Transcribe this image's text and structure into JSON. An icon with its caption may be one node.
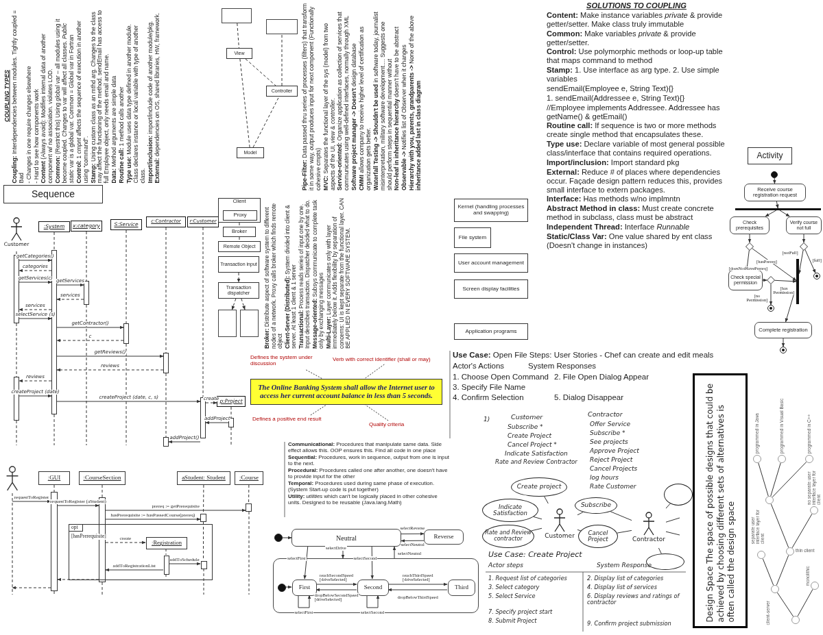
{
  "diagram": {
    "nodes": [
      {
        "text": [
          "Sequence"
        ]
      },
      {
        "text": [
          "Client"
        ]
      },
      {
        "text": [
          "Proxy"
        ],
        "in": 1
      },
      {
        "text": [
          "Broker"
        ]
      },
      {
        "text": [
          "Remote Object"
        ]
      },
      {
        "text": [
          "Transaction input"
        ]
      },
      {
        "text": [
          "Transaction dispatcher"
        ]
      },
      {
        "text": [],
        "shape": "box"
      },
      {
        "text": [],
        "shape": "box"
      },
      {
        "text": [],
        "shape": "box"
      },
      {
        "text": [
          "View"
        ]
      },
      {
        "text": [
          "Model"
        ]
      },
      {
        "text": [
          "Controller"
        ]
      },
      {
        "text": [],
        "shape": "box"
      },
      {
        "text": [
          "Application programs"
        ]
      },
      {
        "text": [
          "Screen display facilities"
        ]
      },
      {
        "text": [
          "User account management"
        ]
      },
      {
        "text": [
          "File system"
        ]
      },
      {
        "text": [
          "Kernel (handling processes and swapping)"
        ]
      },
      {
        "text": [
          "Activity"
        ]
      },
      {
        "text": [],
        "shape": "circle"
      },
      {
        "text": [
          "Receive course registration request"
        ]
      },
      {
        "text": [],
        "shape": "bar"
      },
      {
        "text": [
          "Check prerequisites"
        ]
      },
      {
        "text": [
          "Verify course not full"
        ]
      },
      {
        "text": [],
        "shape": "diamond"
      },
      {
        "text": [],
        "shape": "diamond"
      },
      {
        "text": [
          "Check special permission"
        ]
      },
      {
        "text": [],
        "shape": "diamond"
      },
      {
        "text": [],
        "shape": "circle"
      },
      {
        "text": [],
        "shape": "circle"
      },
      {
        "text": [],
        "shape": "bar"
      },
      {
        "text": [
          "Complete registration"
        ]
      },
      {
        "text": [],
        "shape": "circle"
      },
      {
        "text": [
          "Defines the system under discussion"
        ]
      },
      {
        "text": [
          "Verb with correct identifier (shall or may)"
        ]
      },
      {
        "text": [
          "The Online Banking System shall allow the Internet user to access her current account balance in less than 5 seconds."
        ]
      },
      {
        "text": [
          "Defines a positive end result"
        ]
      },
      {
        "text": [
          "Quality criteria"
        ]
      },
      {
        "text": [
          "Create project"
        ]
      },
      {
        "text": [
          "Indicate Satisfaction"
        ]
      },
      {
        "text": [
          "Subscribe"
        ]
      },
      {
        "text": [],
        "shape": "ellipse"
      },
      {
        "text": [
          "Customer"
        ]
      },
      {
        "text": [
          "Rate and Review contractor"
        ]
      },
      {
        "text": [
          "Cancel Project"
        ]
      },
      {
        "text": [
          "Contractor"
        ]
      },
      {
        "text": [],
        "shape": "ellipse"
      },
      {
        "text": [
          "Design Space The space of possible designs that could be achieved by choosing different sets of alternatives is often called the design space"
        ]
      },
      {
        "text": [],
        "shape": "circle",
        "beside": [
          "programmed in Java"
        ]
      },
      {
        "text": [],
        "shape": "circle",
        "beside": [
          "programmed in Visual Basic"
        ]
      },
      {
        "text": [],
        "shape": "circle",
        "beside": [
          "programmed in C++"
        ]
      },
      {
        "text": [],
        "shape": "circle",
        "beside": [
          "separate user interface layer for client"
        ]
      },
      {
        "text": [],
        "shape": "circle",
        "beside": [
          "no separate user interface layer for client"
        ]
      },
      {
        "text": [],
        "shape": "circle"
      },
      {
        "text": [],
        "shape": "circle",
        "beside": [
          "thin client"
        ]
      },
      {
        "text": [],
        "shape": "circle",
        "beside": [
          "client-server"
        ]
      },
      {
        "text": [],
        "shape": "circle",
        "beside": [
          "monolithic"
        ]
      },
      {
        "text": [],
        "shape": "circle"
      },
      {
        "text": [],
        "shape": "person"
      },
      {
        "text": [
          ":GUI"
        ]
      },
      {
        "text": [
          ":CourseSection"
        ]
      },
      {
        "text": [
          "aStudent: Student"
        ]
      },
      {
        "text": [
          ":Course"
        ]
      },
      {
        "text": [
          "opt",
          "[hasPrerequisite]"
        ]
      },
      {
        "text": [
          ":Registration"
        ],
        "in": 64
      },
      {
        "text": [],
        "shape": "circle"
      },
      {
        "text": [
          "Neutral"
        ]
      },
      {
        "text": [
          "Reverse"
        ]
      },
      {
        "text": [],
        "shape": "box"
      },
      {
        "text": [],
        "shape": "circle",
        "in": 69
      },
      {
        "text": [
          "First"
        ],
        "in": 69
      },
      {
        "text": [
          "Second"
        ],
        "in": 69
      },
      {
        "text": [
          "Third"
        ],
        "in": 69
      },
      {
        "text": [
          "Customer"
        ]
      },
      {
        "text": [
          ":System"
        ]
      },
      {
        "text": [
          "x:category"
        ]
      },
      {
        "text": [
          "S:Service"
        ]
      },
      {
        "text": [
          "c:Contractor"
        ]
      },
      {
        "text": [
          "r:Customer"
        ]
      },
      {
        "text": [
          "p:Project"
        ]
      },
      {
        "text": [],
        "shape": "bar"
      },
      {
        "text": [],
        "shape": "bar"
      },
      {
        "text": [],
        "shape": "bar"
      },
      {
        "text": [],
        "shape": "bar"
      },
      {
        "text": [],
        "shape": "bar",
        "in": 64
      },
      {
        "text": [],
        "shape": "bar",
        "in": 64
      },
      {
        "text": [],
        "shape": "bar"
      },
      {
        "text": [],
        "shape": "bar"
      },
      {
        "text": [],
        "shape": "bar"
      },
      {
        "text": [],
        "shape": "bar"
      },
      {
        "text": [],
        "shape": "bar"
      },
      {
        "text": [],
        "shape": "bar"
      },
      {
        "text": [],
        "shape": "bar"
      },
      {
        "text": [],
        "shape": "bar"
      },
      {
        "text": [],
        "shape": "bar"
      }
    ],
    "edges": [
      {
        "from": 1,
        "to": 3,
        "arrow": "none",
        "style": "dashed"
      },
      {
        "from": 3,
        "to": 4,
        "arrow": "none",
        "style": "dashed"
      },
      {
        "from": 5,
        "to": 6,
        "arrow": "to",
        "style": "dashed"
      },
      {
        "from": 6,
        "to": 7,
        "arrow": "to",
        "style": "dashed"
      },
      {
        "from": 6,
        "to": 8,
        "arrow": "to",
        "style": "dashed"
      },
      {
        "from": 9,
        "to": 10,
        "arrow": "none",
        "style": "dashed"
      },
      {
        "from": 10,
        "to": 11,
        "arrow": "none",
        "style": "dashed"
      },
      {
        "from": 11,
        "to": 12,
        "arrow": "none",
        "style": "dashed"
      },
      {
        "from": 10,
        "to": 12,
        "arrow": "none",
        "style": "dashed"
      },
      {
        "from": 12,
        "to": 13,
        "arrow": "none",
        "style": "dashed"
      },
      {
        "from": 20,
        "to": 21,
        "arrow": "to"
      },
      {
        "from": 21,
        "to": 22,
        "arrow": "to"
      },
      {
        "from": 22,
        "to": 23,
        "arrow": "to"
      },
      {
        "from": 22,
        "to": 24,
        "arrow": "to"
      },
      {
        "from": 23,
        "to": 25,
        "arrow": "to"
      },
      {
        "from": 25,
        "to": 27,
        "arrow": "to",
        "label": "[doesNotHavePrereq]"
      },
      {
        "from": 25,
        "to": 31,
        "arrow": "to",
        "label": "[hasPrereq]"
      },
      {
        "from": 27,
        "to": 28,
        "arrow": "to"
      },
      {
        "from": 28,
        "to": 31,
        "arrow": "to",
        "label": "[has Permission]"
      },
      {
        "from": 28,
        "to": 29,
        "arrow": "to",
        "label": "[no Permission]"
      },
      {
        "from": 24,
        "to": 26,
        "arrow": "to"
      },
      {
        "from": 26,
        "to": 31,
        "arrow": "to",
        "label": "[notFull]"
      },
      {
        "from": 26,
        "to": 30,
        "arrow": "to",
        "label": "[full]"
      },
      {
        "from": 31,
        "to": 32,
        "arrow": "to"
      },
      {
        "from": 32,
        "to": 33,
        "arrow": "to"
      },
      {
        "from": 34,
        "to": 36,
        "arrow": "none",
        "style": "dashed"
      },
      {
        "from": 35,
        "to": 36,
        "arrow": "none",
        "style": "dashed"
      },
      {
        "from": 37,
        "to": 36,
        "arrow": "none",
        "style": "dashed"
      },
      {
        "from": 38,
        "to": 36,
        "arrow": "none",
        "style": "dashed"
      },
      {
        "from": 43,
        "to": 39,
        "arrow": "none"
      },
      {
        "from": 43,
        "to": 40,
        "arrow": "none"
      },
      {
        "from": 43,
        "to": 41,
        "arrow": "none"
      },
      {
        "from": 43,
        "to": 44,
        "arrow": "none"
      },
      {
        "from": 43,
        "to": 45,
        "arrow": "none"
      },
      {
        "from": 46,
        "to": 41,
        "arrow": "none"
      },
      {
        "from": 46,
        "to": 45,
        "arrow": "none"
      },
      {
        "from": 46,
        "to": 42,
        "arrow": "none"
      },
      {
        "from": 46,
        "to": 47,
        "arrow": "none"
      },
      {
        "from": 46,
        "to": null,
        "arrow": "none"
      },
      {
        "from": 46,
        "to": null,
        "arrow": "none"
      },
      {
        "from": 58,
        "to": 56,
        "arrow": "none"
      },
      {
        "from": 58,
        "to": 57,
        "arrow": "none"
      },
      {
        "from": 56,
        "to": 54,
        "arrow": "none"
      },
      {
        "from": 56,
        "to": 55,
        "arrow": "none"
      },
      {
        "from": 55,
        "to": 52,
        "arrow": "none"
      },
      {
        "from": 55,
        "to": 53,
        "arrow": "none"
      },
      {
        "from": 52,
        "to": 49,
        "arrow": "none"
      },
      {
        "from": 52,
        "to": 50,
        "arrow": "none"
      },
      {
        "from": 52,
        "to": 51,
        "arrow": "none"
      },
      {
        "from": null,
        "to": 81,
        "arrow": "to",
        "label": "requestToRegister"
      },
      {
        "from": 81,
        "to": 82,
        "arrow": "to",
        "label": "requestToRegister (aStudent)"
      },
      {
        "from": 82,
        "to": 83,
        "arrow": "to",
        "label": "prereq := getPrerequisite"
      },
      {
        "from": 82,
        "to": 84,
        "arrow": "to",
        "label": "hasPrerequisite := hasPassedCourse(prereq)"
      },
      {
        "from": 82,
        "to": 65,
        "arrow": "to",
        "label": "create",
        "style": "dashed"
      },
      {
        "from": 85,
        "to": 86,
        "arrow": "to",
        "label": "addToSchedule"
      },
      {
        "from": 85,
        "to": 82,
        "arrow": "to",
        "label": "addToRegistrationList"
      },
      {
        "from": 82,
        "to": 81,
        "arrow": "to",
        "style": "dashed"
      },
      {
        "from": 81,
        "to": null,
        "arrow": "to",
        "style": "dashed"
      },
      {
        "from": 66,
        "to": 67,
        "arrow": "to"
      },
      {
        "from": 67,
        "to": 68,
        "arrow": "to",
        "label": "selectReverse"
      },
      {
        "from": 68,
        "to": 67,
        "arrow": "to",
        "label": "selectNeutral"
      },
      {
        "from": 67,
        "to": 71,
        "arrow": "to",
        "label": "selectFirst"
      },
      {
        "from": 67,
        "to": 69,
        "arrow": "to",
        "label": "selectDrive"
      },
      {
        "from": 67,
        "to": 72,
        "arrow": "to",
        "label": "selectSecond"
      },
      {
        "from": 69,
        "to": 67,
        "arrow": "to",
        "label": "selectNeutral"
      },
      {
        "from": 70,
        "to": 71,
        "arrow": "to"
      },
      {
        "from": 71,
        "to": 72,
        "arrow": "to",
        "label": "reachSecondSpeed [driveSelected]"
      },
      {
        "from": 72,
        "to": 71,
        "arrow": "to",
        "label": "dropBelowSecondSpeed [driveSelected]"
      },
      {
        "from": 72,
        "to": 73,
        "arrow": "to",
        "label": "reachThirdSpeed [driveSelected]"
      },
      {
        "from": 73,
        "to": 72,
        "arrow": "to",
        "label": "dropBelowThirdSpeed"
      },
      {
        "from": 71,
        "to": 71,
        "arrow": "to",
        "label": "selectFirst"
      },
      {
        "from": 72,
        "to": 72,
        "arrow": "to",
        "label": "selectSecond"
      },
      {
        "from": 87,
        "to": 89,
        "arrow": "to",
        "label": "getCategories()"
      },
      {
        "from": 89,
        "to": 87,
        "arrow": "to",
        "label": "categories",
        "style": "dashed"
      },
      {
        "from": 87,
        "to": 89,
        "arrow": "to",
        "label": "getServices(c)"
      },
      {
        "from": 89,
        "to": 90,
        "arrow": "to",
        "label": "getServices"
      },
      {
        "from": 90,
        "to": 89,
        "arrow": "to",
        "label": "services",
        "style": "dashed"
      },
      {
        "from": 89,
        "to": 87,
        "arrow": "to",
        "label": "services",
        "style": "dashed"
      },
      {
        "from": 87,
        "to": 89,
        "arrow": "to",
        "label": "selectService (s)"
      },
      {
        "from": 89,
        "to": 91,
        "arrow": "to",
        "label": "getContractor()"
      },
      {
        "from": 91,
        "to": 89,
        "arrow": "to",
        "label": "c",
        "style": "dashed"
      },
      {
        "from": 89,
        "to": 92,
        "arrow": "to",
        "label": "getReviews()"
      },
      {
        "from": 92,
        "to": 89,
        "arrow": "to",
        "label": "reviews",
        "style": "dashed"
      },
      {
        "from": 89,
        "to": 88,
        "arrow": "to",
        "label": "reviews",
        "style": "dashed"
      },
      {
        "from": 88,
        "to": 89,
        "arrow": "to",
        "label": "createProject (date)"
      },
      {
        "from": 89,
        "to": 94,
        "arrow": "to",
        "label": "createProject (date, c, s)"
      },
      {
        "from": 94,
        "to": 80,
        "arrow": "to",
        "label": "create",
        "style": "dashed"
      },
      {
        "from": 95,
        "to": 94,
        "arrow": "to",
        "label": "addProject"
      },
      {
        "from": 94,
        "to": 93,
        "arrow": "to",
        "label": "addProject()"
      },
      {
        "from": 59,
        "to": null,
        "arrow": "none",
        "style": "dashed"
      },
      {
        "from": 60,
        "to": 81,
        "arrow": "none",
        "style": "dashed"
      },
      {
        "from": 81,
        "to": null,
        "arrow": "none",
        "style": "dashed"
      },
      {
        "from": 61,
        "to": 82,
        "arrow": "none",
        "style": "dashed"
      },
      {
        "from": 82,
        "to": null,
        "arrow": "none",
        "style": "dashed"
      },
      {
        "from": 62,
        "to": 84,
        "arrow": "none",
        "style": "dashed"
      },
      {
        "from": 84,
        "to": 86,
        "arrow": "none",
        "style": "dashed"
      },
      {
        "from": 86,
        "to": null,
        "arrow": "none",
        "style": "dashed"
      },
      {
        "from": 63,
        "to": 83,
        "arrow": "none",
        "style": "dashed"
      },
      {
        "from": 83,
        "to": null,
        "arrow": "none",
        "style": "dashed"
      },
      {
        "from": 65,
        "to": 85,
        "arrow": "none",
        "style": "dashed"
      },
      {
        "from": 85,
        "to": null,
        "arrow": "none",
        "style": "dashed"
      },
      {
        "from": 74,
        "to": 87,
        "arrow": "none",
        "style": "dashed"
      },
      {
        "from": 87,
        "to": 88,
        "arrow": "none",
        "style": "dashed"
      },
      {
        "from": 88,
        "to": null,
        "arrow": "none",
        "style": "dashed"
      },
      {
        "from": 75,
        "to": 89,
        "arrow": "none",
        "style": "dashed"
      },
      {
        "from": 89,
        "to": null,
        "arrow": "none",
        "style": "dashed"
      },
      {
        "from": 76,
        "to": 90,
        "arrow": "none",
        "style": "dashed"
      },
      {
        "from": 90,
        "to": null,
        "arrow": "none",
        "style": "dashed"
      },
      {
        "from": 77,
        "to": 91,
        "arrow": "none",
        "style": "dashed"
      },
      {
        "from": 91,
        "to": null,
        "arrow": "none",
        "style": "dashed"
      },
      {
        "from": 78,
        "to": 92,
        "arrow": "none",
        "style": "dashed"
      },
      {
        "from": 92,
        "to": 93,
        "arrow": "none",
        "style": "dashed"
      },
      {
        "from": 79,
        "to": 94,
        "arrow": "none",
        "style": "dashed"
      },
      {
        "from": 80,
        "to": 95,
        "arrow": "none",
        "style": "dashed"
      },
      {
        "from": 95,
        "to": null,
        "arrow": "none",
        "style": "dashed"
      }
    ],
    "labels": [
      "COUPLING TYPES",
      "**Coupling:** Interdependencies between modules. Tightly coupled = Bad",
      "- Changes in one require changes elsewhere",
      "- Hard to see how components work",
      "**Content** (Always avoid): Modifies internal data of another component w/ no association. violates LOD.",
      "**Common:** (Restrict this) Using *global var* – all modules using it become coupled. Changes to var will affect all classes. *Public static* var is a global var. Common = Global var in Fortran",
      "**Control:** 1 *cmpnt* affects the sequence of execution in another using “command”.",
      "**Stamp:** Using custom class as an mthd arg. Changes to the class may affect the functioning of the method. sendEmail has access to full Employee object, only needs email and name.",
      "**Data:** Method arguments are simple data",
      "**Routine call:** 1 method calls another",
      "**Type use:** Module uses data type defined in another module. Class declares instance or local variable with type of another class.",
      "**Import/inclusion:** import/include code of another module/pkg.",
      "**External:** dependencies on OS, shared libraries, HW, framework.",
      "**Broker:** Distribute aspect of software system to different nodes of a network. Proxy calls broker which finds remote object",
      "**Client-Server (Distributed):** System divided into client & server. At least 1 client & 1 server",
      "**Transactional:** Process reads series of input one by one. Input describes transaction. Dispatcher decided what to do.",
      "**Message-oriented:** Subsys communicate to complete task only by exchanging messages",
      "**Multi-Layer:** Layer communicates only with layer immediately below it. Adds flexibility by separation of concerns: UI is kept separate from the functional layer. CAN BE APPLIED IN EVERY SOFTWARE SYSTEM.",
      "**Pipe-Filter:** Data passed thru series of processes (*filters*) that transform it in some way, output produces input for next component (Functionally cohesive cmpts)",
      "**MVC:** Separates the functional layer of the sys (model) from two aspects of the UI, *view* & *controller*.",
      "**Service-oriented:** Organize application as collection of services that communicates using well-defined interfaces, normally through XML",
      "**Software project manager -> Doesn't** design database",
      "**CMMI** allows company to receive higher level of certification as organization gets better.",
      "**Waterfall Testing -> Shouldn't be used** in software today, journalist misinterpretation, military software development.... Suggests one should perform steps in sequential manner without",
      "**Non-leaf in inheritance hierarchy** doesn't have to be abstract",
      "**Observable ->** Notifies list of Observer when it changes",
      "**Hierarchy with you, parents, grandparents ->** None of the above **inheritance added last in class diagram**",
      "SOLUTIONS TO COUPLING",
      "**Content:** Make instance variables *private* & provide getter/setter. Make class truly immutable",
      "**Common:** Make variables *private* & provide getter/setter.",
      "**Control:** Use polymorphic methods or loop-up table that maps command to method",
      "**Stamp:** 1. Use interface as arg type. 2. Use simple variables",
      "sendEmail(Employee e, String Text){}",
      "1. sendEmail(Addressee e, String Text){}",
      "//Employee implements Addressee. Addressee has getName() & getEmail()",
      "**Routine call:** If sequence is two or more methods create single method that encapsulates these.",
      "**Type use:** Declare variable of most general possible class/interface that contains required operations.",
      "**Import/inclusion:** Import standard pkg",
      "**External:** Reduce # of places where dependencies occur. Façade design pattern reduces this, provides small interface to extern packages.",
      "**Interface:** Has methods w/no implmntn",
      "**Abstract Method in class:** Must create concrete method in subclass, class must be abstract",
      "**Independent Thread:** Interface *Runnable*",
      "**Static/Class Var:** One value shared by ent class (Doesn't change in instances)",
      "**Use Case:** Open File  Steps:  User Stories - Chef can create and edit meals",
      "Actor's Actions",
      "System Responses",
      "1. Choose Open Command",
      "2. File Open Dialog Appear",
      "3. Specify File Name",
      "4. Confirm Selection",
      "5. Dialog Disappear",
      "1)",
      "Customer",
      "Subscribe *",
      "Create Project",
      "Cancel Project *",
      "Indicate Satisfaction",
      "Rate and Review Contractor",
      "Contractor",
      "Offer Service",
      "Subscribe *",
      "See projects",
      "Approve Project",
      "Reject Project",
      "Cancel Projects",
      "log hours",
      "Rate Customer",
      "Use Case: Create Project",
      "Actor steps",
      "System Response",
      "1. Request list of categories",
      "3. Select category",
      "5. Select Service",
      "7. Specify project start",
      "8. Submit Project",
      "2. Display list of categories",
      "4. Display list of services",
      "6. Display reviews and ratings of contractor",
      "9. Confirm project submission",
      "**Communicational:** Procedures that manipulate same data. Side effect allows this. OOP ensures this. Find all code in one place",
      "**Sequential:** Procedures, work in sequence, output from one is input to the next.",
      "**Procedural:** Procedures called one after another, one doesn't have to provide input for the other",
      "**Temporal:** Procedures used during same phase of execution. (System Start-up code is put together)",
      "**Utility:** *utilities* which can't be logically placed in other cohesive units. Designed to be reusable (Java.lang.Math)"
    ]
  }
}
